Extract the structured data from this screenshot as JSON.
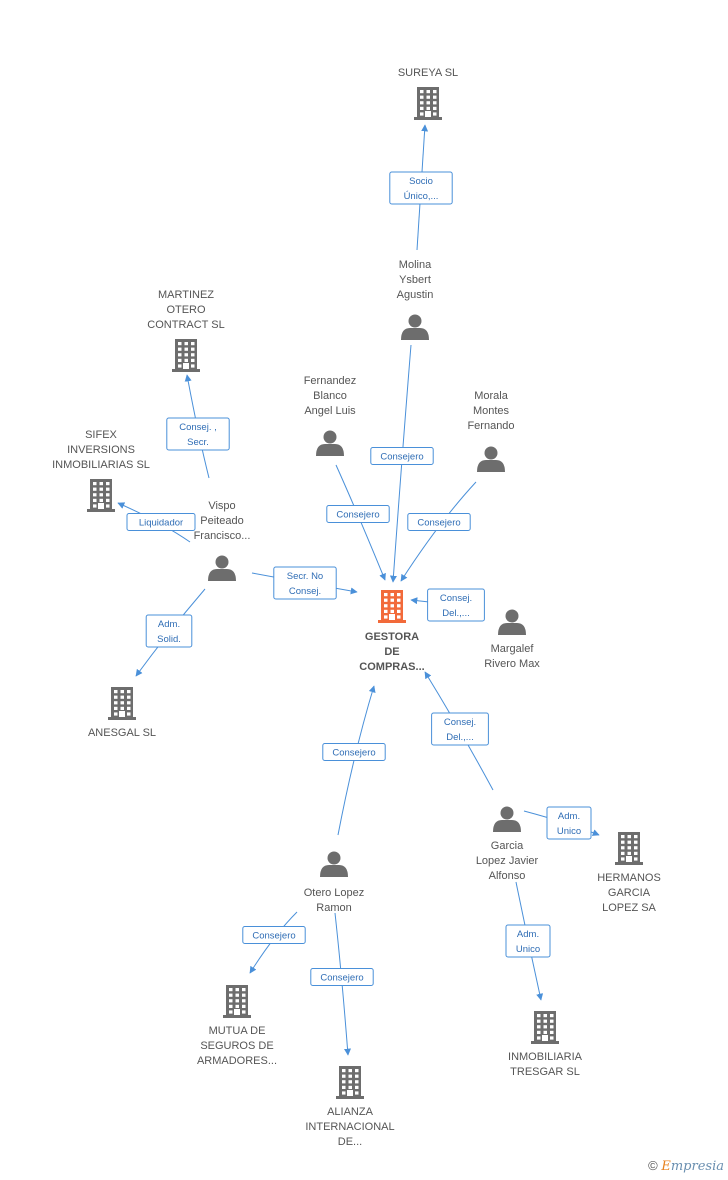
{
  "nodes": [
    {
      "id": "gestora",
      "type": "company",
      "focus": true,
      "lines": [
        "GESTORA",
        "DE",
        "COMPRAS..."
      ]
    },
    {
      "id": "sureya",
      "type": "company",
      "lines": [
        "SUREYA SL"
      ]
    },
    {
      "id": "molina",
      "type": "person",
      "lines": [
        "Molina",
        "Ysbert",
        "Agustin"
      ]
    },
    {
      "id": "martinez",
      "type": "company",
      "lines": [
        "MARTINEZ",
        "OTERO",
        "CONTRACT  SL"
      ]
    },
    {
      "id": "sifex",
      "type": "company",
      "lines": [
        "SIFEX",
        "INVERSIONS",
        "INMOBILIARIAS SL"
      ]
    },
    {
      "id": "fernandez",
      "type": "person",
      "lines": [
        "Fernandez",
        "Blanco",
        "Angel Luis"
      ]
    },
    {
      "id": "morala",
      "type": "person",
      "lines": [
        "Morala",
        "Montes",
        "Fernando"
      ]
    },
    {
      "id": "vispo",
      "type": "person",
      "lines": [
        "Vispo",
        "Peiteado",
        "Francisco..."
      ]
    },
    {
      "id": "anesgal",
      "type": "company",
      "lines": [
        "ANESGAL SL"
      ]
    },
    {
      "id": "margalef",
      "type": "person",
      "lines": [
        "Margalef",
        "Rivero Max"
      ]
    },
    {
      "id": "garcia",
      "type": "person",
      "lines": [
        "Garcia",
        "Lopez Javier",
        "Alfonso"
      ]
    },
    {
      "id": "hermanos",
      "type": "company",
      "lines": [
        "HERMANOS",
        "GARCIA",
        "LOPEZ SA"
      ]
    },
    {
      "id": "otero",
      "type": "person",
      "lines": [
        "Otero Lopez",
        "Ramon"
      ]
    },
    {
      "id": "mutua",
      "type": "company",
      "lines": [
        "MUTUA DE",
        "SEGUROS DE",
        "ARMADORES..."
      ]
    },
    {
      "id": "alianza",
      "type": "company",
      "lines": [
        "ALIANZA",
        "INTERNACIONAL",
        "DE..."
      ]
    },
    {
      "id": "inmobiliaria",
      "type": "company",
      "lines": [
        "INMOBILIARIA",
        "TRESGAR SL"
      ]
    }
  ],
  "edges": [
    {
      "from": "molina",
      "to": "sureya",
      "label": [
        "Socio",
        "Único,..."
      ]
    },
    {
      "from": "molina",
      "to": "gestora",
      "label": [
        "Consejero"
      ]
    },
    {
      "from": "vispo",
      "to": "martinez",
      "label": [
        "Consej. ,",
        "Secr."
      ]
    },
    {
      "from": "vispo",
      "to": "sifex",
      "label": [
        "Liquidador"
      ]
    },
    {
      "from": "fernandez",
      "to": "gestora",
      "label": [
        "Consejero"
      ]
    },
    {
      "from": "morala",
      "to": "gestora",
      "label": [
        "Consejero"
      ]
    },
    {
      "from": "vispo",
      "to": "gestora",
      "label": [
        "Secr.  No",
        "Consej."
      ]
    },
    {
      "from": "vispo",
      "to": "anesgal",
      "label": [
        "Adm.",
        "Solid."
      ]
    },
    {
      "from": "margalef",
      "to": "gestora",
      "label": [
        "Consej.",
        "Del.,..."
      ]
    },
    {
      "from": "garcia",
      "to": "gestora",
      "label": [
        "Consej.",
        "Del.,..."
      ]
    },
    {
      "from": "otero",
      "to": "gestora",
      "label": [
        "Consejero"
      ]
    },
    {
      "from": "garcia",
      "to": "hermanos",
      "label": [
        "Adm.",
        "Unico"
      ]
    },
    {
      "from": "garcia",
      "to": "inmobiliaria",
      "label": [
        "Adm.",
        "Unico"
      ]
    },
    {
      "from": "otero",
      "to": "mutua",
      "label": [
        "Consejero"
      ]
    },
    {
      "from": "otero",
      "to": "alianza",
      "label": [
        "Consejero"
      ]
    }
  ],
  "colors": {
    "edge": "#4a90d9",
    "icon": "#6d6d6d",
    "focus_icon": "#f26a3a",
    "label": "#555555"
  },
  "footer": {
    "copyright": "©",
    "brand_first": "E",
    "brand_rest": "mpresia"
  }
}
